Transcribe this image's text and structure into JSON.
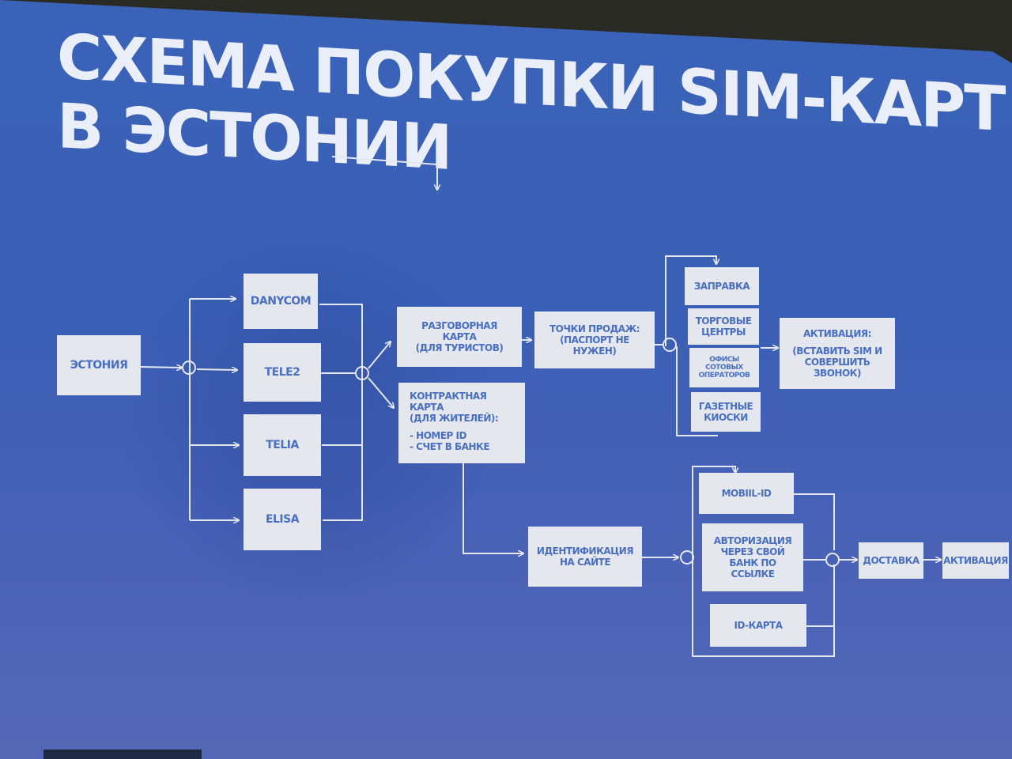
{
  "slide": {
    "title_line1": "СХЕМА ПОКУПКИ SIM-КАРТ",
    "title_line2": "В ЭСТОНИИ"
  },
  "nodes": {
    "estonia": "ЭСТОНИЯ",
    "danycom": "DANYCOM",
    "tele2": "TELE2",
    "telia": "TELIA",
    "elisa": "ELISA",
    "prepaid": [
      "РАЗГОВОРНАЯ КАРТА",
      "(ДЛЯ ТУРИСТОВ)"
    ],
    "contract": [
      "КОНТРАКТНАЯ КАРТА",
      "(ДЛЯ ЖИТЕЛЕЙ):",
      "",
      "- НОМЕР ID",
      "- СЧЕТ В БАНКЕ"
    ],
    "points_of_sale": [
      "ТОЧКИ ПРОДАЖ:",
      "(ПАСПОРТ НЕ НУЖЕН)"
    ],
    "gas_station": "ЗАПРАВКА",
    "malls": [
      "ТОРГОВЫЕ",
      "ЦЕНТРЫ"
    ],
    "operator_offices": [
      "ОФИСЫ",
      "СОТОВЫХ",
      "ОПЕРАТОРОВ"
    ],
    "newsstands": [
      "ГАЗЕТНЫЕ",
      "КИОСКИ"
    ],
    "activation_prepaid": [
      "АКТИВАЦИЯ:",
      "",
      "(ВСТАВИТЬ SIM И",
      "СОВЕРШИТЬ ЗВОНОК)"
    ],
    "site_identification": [
      "ИДЕНТИФИКАЦИЯ",
      "НА САЙТЕ"
    ],
    "mobil_id": "MOBIIL-ID",
    "bank_auth": [
      "АВТОРИЗАЦИЯ",
      "ЧЕРЕЗ СВОЙ",
      "БАНК ПО ССЫЛКЕ"
    ],
    "id_card": "ID-КАРТА",
    "delivery": "ДОСТАВКА",
    "activation_final": "АКТИВАЦИЯ"
  },
  "colors": {
    "background": "#3a63b8",
    "box_fill": "#e4e7ee",
    "box_text": "#4a6fbf",
    "line": "#e4e7ee"
  }
}
